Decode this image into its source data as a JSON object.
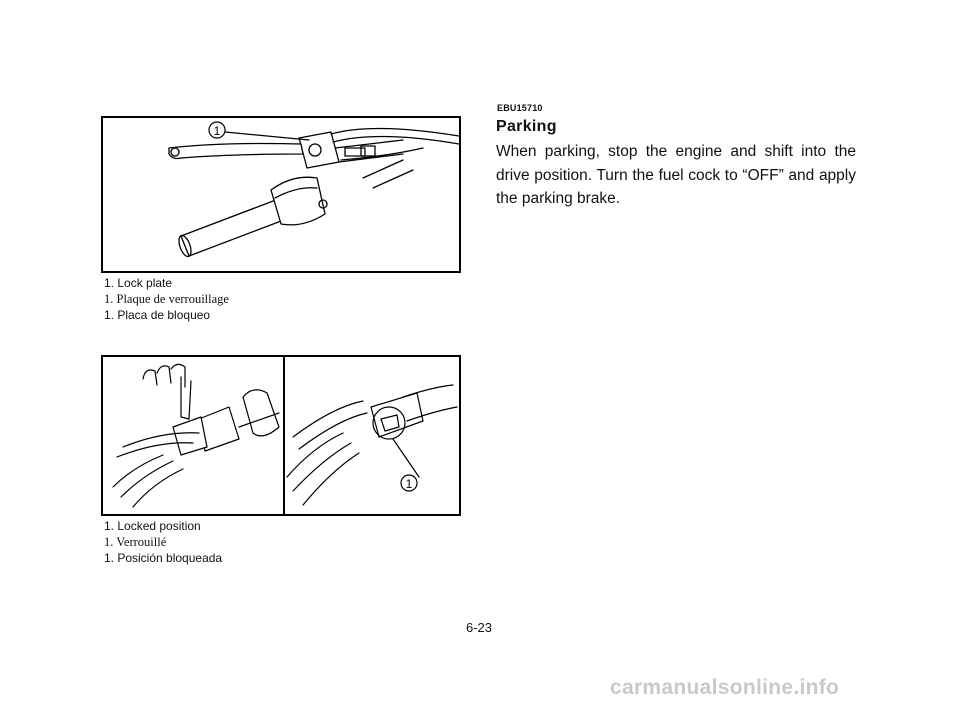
{
  "figure1": {
    "callout": "1",
    "captions": [
      "1.  Lock plate",
      "1.  Plaque de verrouillage",
      "1.  Placa de bloqueo"
    ]
  },
  "figure2": {
    "callout": "1",
    "captions": [
      "1.  Locked position",
      "1.  Verrouillé",
      "1.  Posición bloqueada"
    ]
  },
  "section": {
    "code": "EBU15710",
    "heading": "Parking",
    "body": "When parking, stop the engine and shift into the drive position. Turn the fuel cock to “OFF” and apply the parking brake."
  },
  "page_number": "6-23",
  "watermark": "carmanualsonline.info"
}
